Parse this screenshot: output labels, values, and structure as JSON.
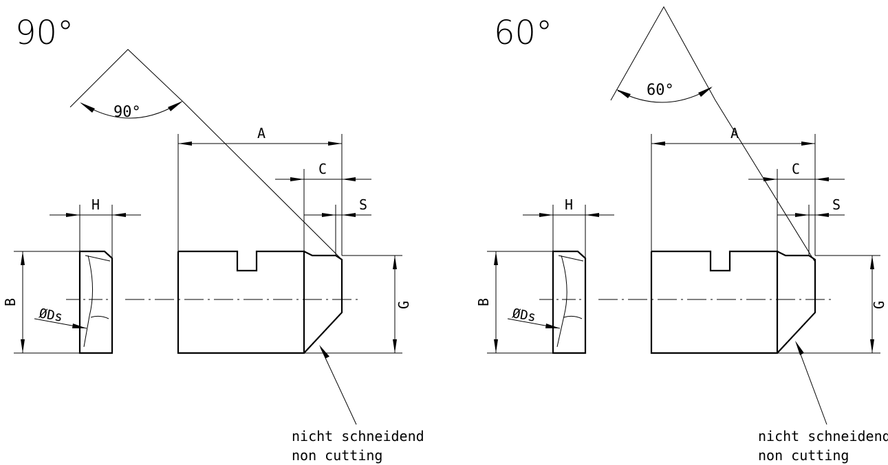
{
  "left": {
    "title": "90°",
    "angle_label": "90°",
    "dim_A": "A",
    "dim_C": "C",
    "dim_S": "S",
    "dim_H": "H",
    "dim_B": "B",
    "dim_G": "G",
    "dim_Ds": "ØDs",
    "note_line1": "nicht schneidend",
    "note_line2": "non cutting"
  },
  "right": {
    "title": "60°",
    "angle_label": "60°",
    "dim_A": "A",
    "dim_C": "C",
    "dim_S": "S",
    "dim_H": "H",
    "dim_B": "B",
    "dim_G": "G",
    "dim_Ds": "ØDs",
    "note_line1": "nicht schneidend",
    "note_line2": "non cutting"
  }
}
